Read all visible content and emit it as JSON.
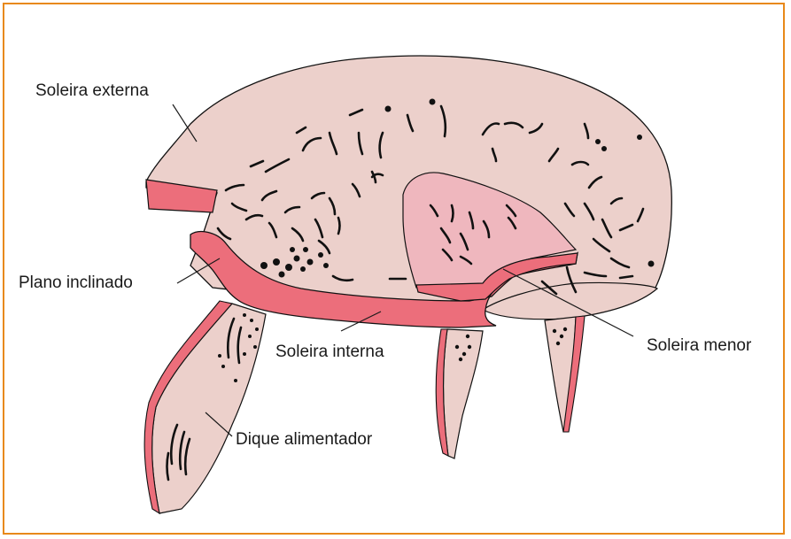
{
  "colors": {
    "frame": "#e8891a",
    "rock": "#ecd0cb",
    "sill": "#ec6e7b",
    "minor_fill": "#efb7be",
    "ink": "#111111"
  },
  "labels": {
    "soleira_externa": "Soleira externa",
    "plano_inclinado": "Plano inclinado",
    "soleira_interna": "Soleira interna",
    "soleira_menor": "Soleira menor",
    "dique_alimentador": "Dique alimentador"
  }
}
